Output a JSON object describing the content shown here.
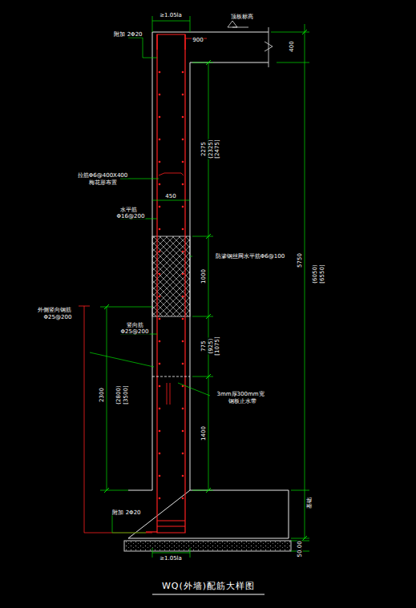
{
  "diagram": {
    "title": "WQ(外墙)配筋大样图",
    "labels": [
      "≥1.05la",
      "顶板标高",
      "附加 2Φ20",
      "900",
      "400",
      "2275",
      "(2325)",
      "[2475]",
      "拉筋Φ6@400X400",
      "梅花形布置",
      "450",
      "水平筋",
      "Φ16@200",
      "防渗钢丝网水平筋Φ6@100",
      "1000",
      "外侧竖向钢筋",
      "Φ25@200",
      "竖向筋",
      "Φ25@200",
      "775",
      "(925)",
      "[1075]",
      "2300",
      "(2800)",
      "[3500]",
      "3mm厚300mm宽",
      "钢板止水带",
      "1400",
      "5750",
      "(6050)",
      "[6550]",
      "附加 2Φ20",
      "基础",
      "100",
      "50",
      "≥1.05la"
    ]
  }
}
